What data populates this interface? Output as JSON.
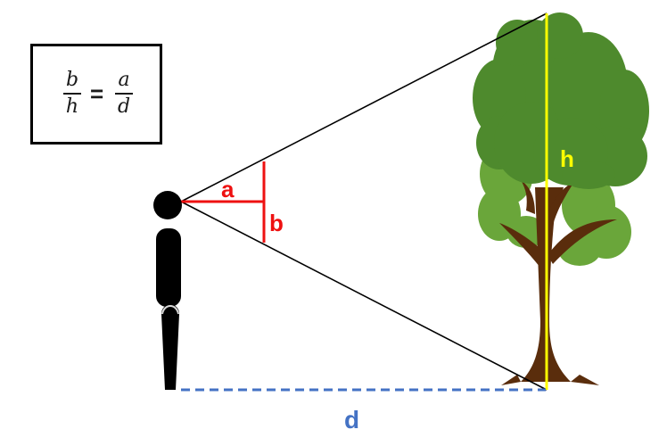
{
  "formula": {
    "left_numerator": "b",
    "left_denominator": "h",
    "equals": "=",
    "right_numerator": "a",
    "right_denominator": "d"
  },
  "labels": {
    "a": "a",
    "b": "b",
    "h": "h",
    "d": "d"
  },
  "colors": {
    "red_label": "#ee1111",
    "yellow_line": "#ffff00",
    "blue_dashed": "#4472c4",
    "tree_dark_green": "#4e8a2d",
    "tree_light_green": "#6aa63a",
    "trunk_brown": "#5a2d0c",
    "person": "#000000"
  }
}
